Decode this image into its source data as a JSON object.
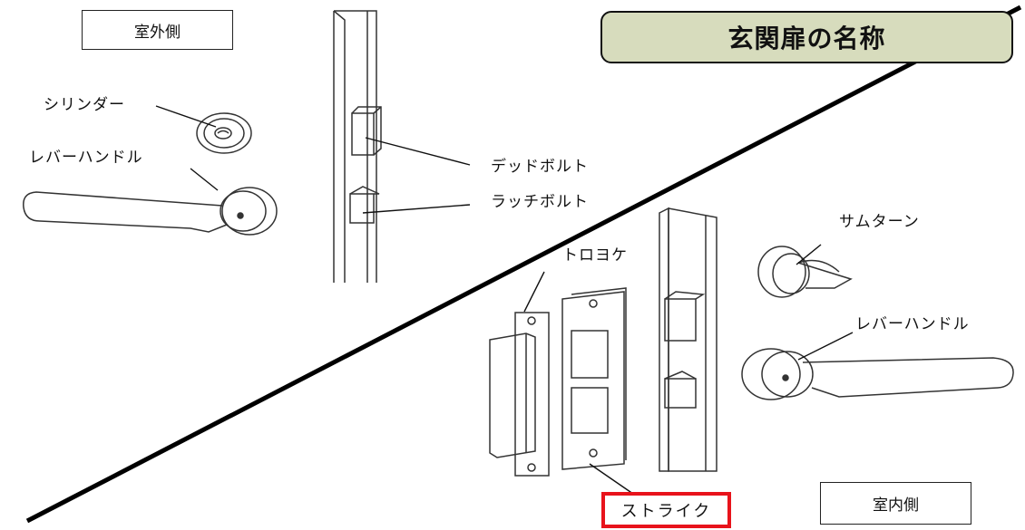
{
  "title": "玄関扉の名称",
  "outdoor_label": "室外側",
  "indoor_label": "室内側",
  "parts": {
    "cylinder": "シリンダー",
    "lever_handle_outside": "レバーハンドル",
    "deadbolt": "デッドボルト",
    "latch_bolt": "ラッチボルト",
    "thumb_turn": "サムターン",
    "toroyoke": "トロヨケ",
    "lever_handle_inside": "レバーハンドル",
    "strike": "ストライク"
  },
  "colors": {
    "title_bg": "#d7dcbd",
    "strike_highlight": "#e8131b",
    "line": "#000000"
  }
}
